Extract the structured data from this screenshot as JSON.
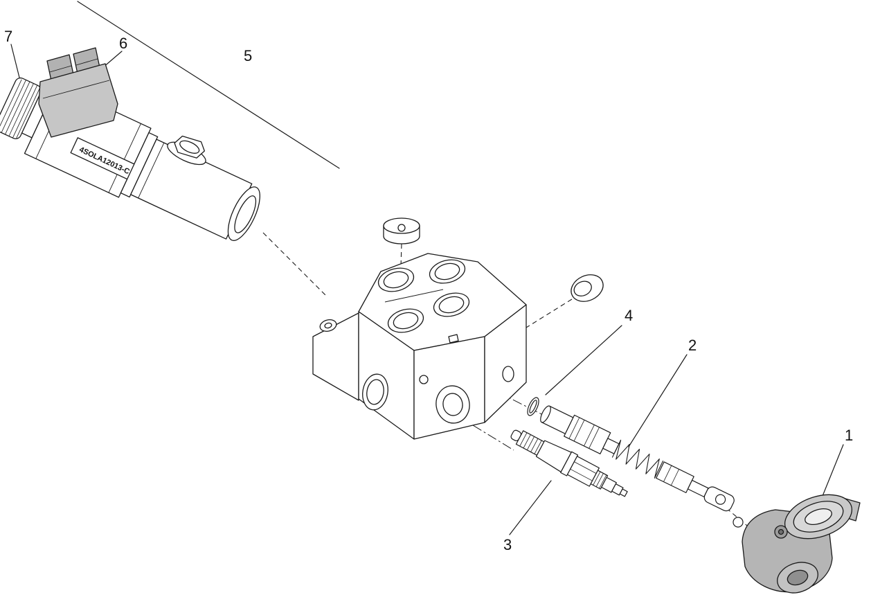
{
  "figure": {
    "type": "exploded-parts-diagram",
    "subject": "hydraulic-solenoid-valve-assembly",
    "part_label": "4SOLA12013-C",
    "callouts": [
      {
        "label": "1"
      },
      {
        "label": "2"
      },
      {
        "label": "3"
      },
      {
        "label": "4"
      },
      {
        "label": "5"
      },
      {
        "label": "6"
      },
      {
        "label": "7"
      }
    ],
    "palette": {
      "background": "#ffffff",
      "line": "#1a1a1a",
      "shade_light": "#c9c9c9",
      "shade_mid": "#b2b2b2",
      "shade_dark": "#8f8f8f"
    }
  }
}
